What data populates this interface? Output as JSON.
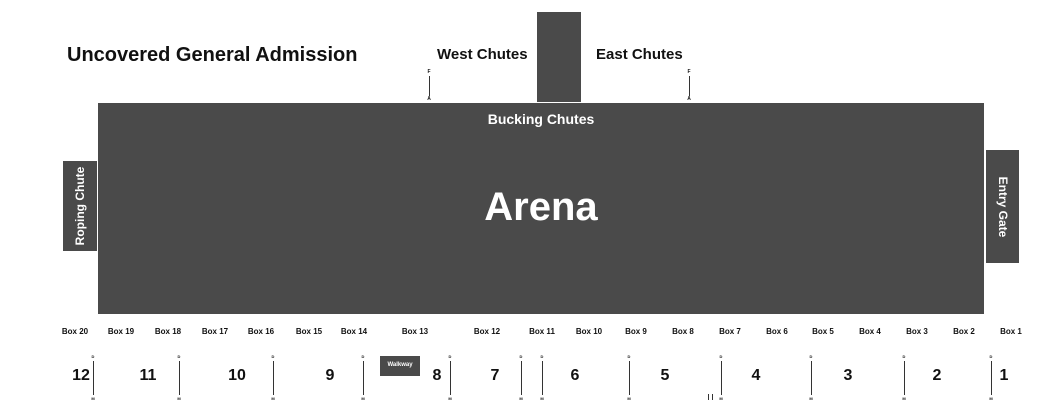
{
  "title": "Uncovered General Admission",
  "labels": {
    "west_chutes": "West Chutes",
    "east_chutes": "East Chutes",
    "bucking_chutes": "Bucking Chutes",
    "arena": "Arena",
    "roping_chute": "Roping Chute",
    "entry_gate": "Entry Gate",
    "walkway": "Walkway"
  },
  "markers": {
    "west": {
      "top": "F",
      "bottom": "A"
    },
    "east": {
      "top": "F",
      "bottom": "A"
    }
  },
  "boxes": [
    "Box 20",
    "Box 19",
    "Box 18",
    "Box 17",
    "Box 16",
    "Box 15",
    "Box 14",
    "Box 13",
    "Box 12",
    "Box 11",
    "Box 10",
    "Box 9",
    "Box 8",
    "Box 7",
    "Box 6",
    "Box 5",
    "Box 4",
    "Box 3",
    "Box 2",
    "Box 1"
  ],
  "sections": [
    "12",
    "11",
    "10",
    "9",
    "8",
    "7",
    "6",
    "5",
    "4",
    "3",
    "2",
    "1"
  ],
  "divider_marks": {
    "top": "D",
    "bottom": "M"
  }
}
